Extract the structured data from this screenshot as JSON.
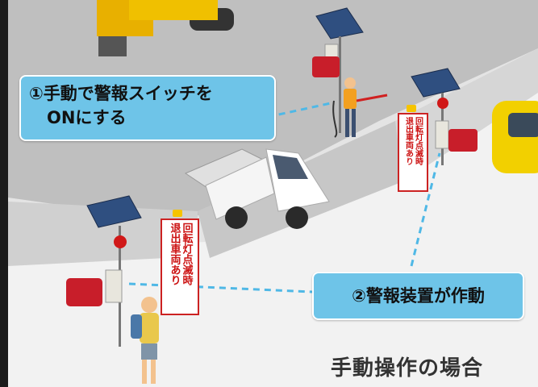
{
  "callouts": {
    "step1_line1": "①手動で警報スイッチを",
    "step1_line2": "ONにする",
    "step2": "②警報装置が作動"
  },
  "signs": {
    "col_right": "回転灯点滅時",
    "col_left": "退出車両あり"
  },
  "caption": "手動操作の場合",
  "colors": {
    "callout_bg": "#6ec4e8",
    "sign_text": "#cc1111",
    "wall": "#d9d9d9"
  }
}
